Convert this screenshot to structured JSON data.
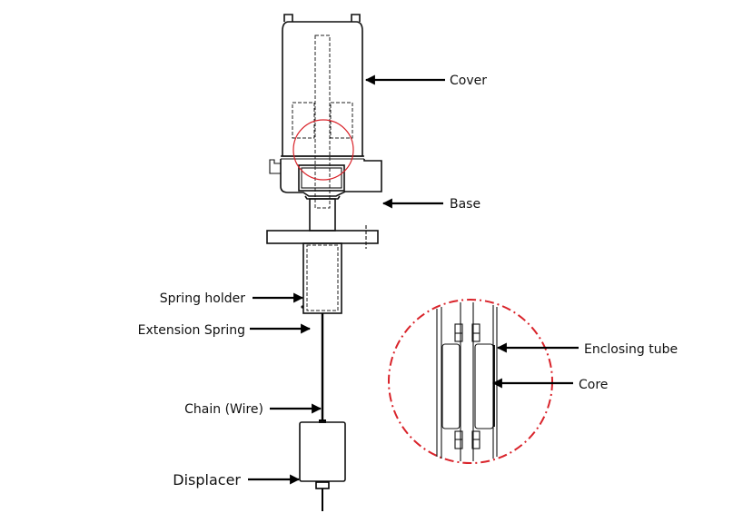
{
  "title": "Displacer level switch components",
  "labels": {
    "cover": "Cover",
    "base": "Base",
    "spring_holder": "Spring holder",
    "extension_spring": "Extension Spring",
    "chain": "Chain (Wire)",
    "displacer": "Displacer",
    "enclosing_tube": "Enclosing tube",
    "core": "Core"
  },
  "colors": {
    "line": "#111111",
    "detail_circle": "#d9232a",
    "background": "#ffffff"
  }
}
